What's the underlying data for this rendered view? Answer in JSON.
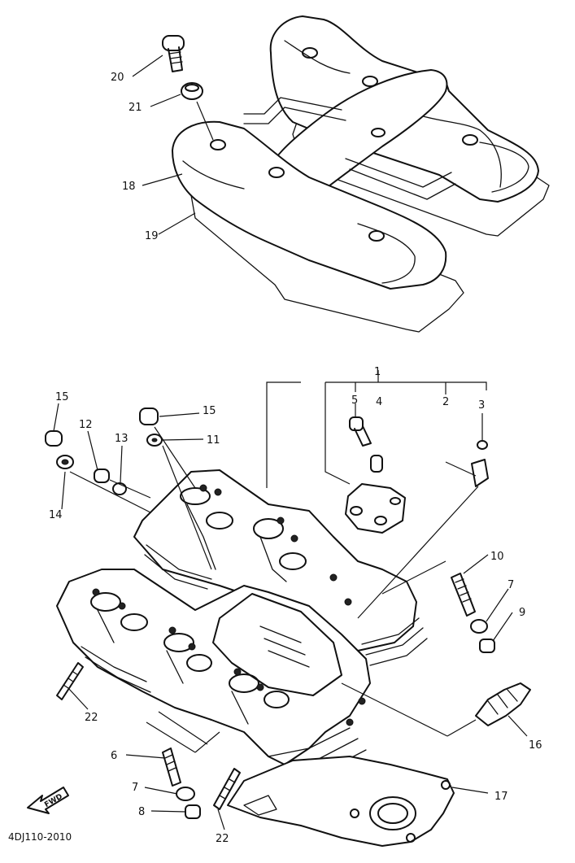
{
  "diagram": {
    "part_code": "4DJ110-2010",
    "fwd_label": "FWD",
    "callouts": {
      "c1": "1",
      "c2": "2",
      "c3": "3",
      "c4": "4",
      "c5": "5",
      "c6": "6",
      "c7a": "7",
      "c7b": "7",
      "c8": "8",
      "c9": "9",
      "c10": "10",
      "c11": "11",
      "c12": "12",
      "c13": "13",
      "c14": "14",
      "c15a": "15",
      "c15b": "15",
      "c16": "16",
      "c17": "17",
      "c18": "18",
      "c19": "19",
      "c20": "20",
      "c21": "21",
      "c22a": "22",
      "c22b": "22"
    }
  }
}
